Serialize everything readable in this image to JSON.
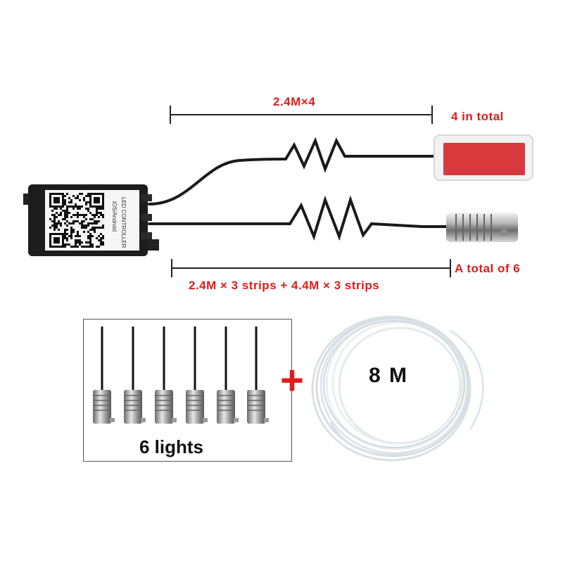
{
  "labels": {
    "top_dimension": "2.4M×4",
    "top_note": "4 in total",
    "bottom_note": "A total of 6",
    "bottom_dimension": "2.4M × 3 strips + 4.4M × 3 strips",
    "lights_caption": "6 lights",
    "plus": "+",
    "fiber_length": "8 M"
  },
  "controller": {
    "label_line1": "iOS/Android",
    "label_line2": "LED CONTROLLER"
  },
  "colors": {
    "accent_red": "#e01b1b",
    "cable": "#1a1a1a",
    "fiber": "#dfe6ea"
  },
  "icons": [
    "qr-code-icon",
    "led-light-head-icon",
    "adhesive-pad-icon",
    "fiber-coil-icon"
  ]
}
